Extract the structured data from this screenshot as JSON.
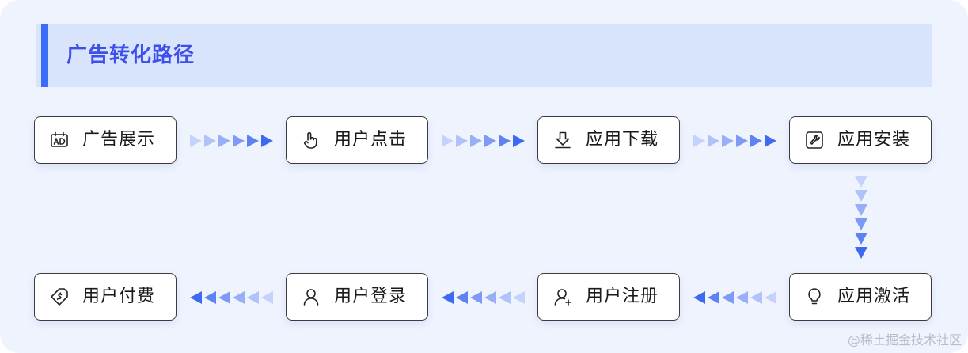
{
  "header": {
    "title": "广告转化路径"
  },
  "nodes": [
    {
      "label": "广告展示",
      "icon": "ad-icon"
    },
    {
      "label": "用户点击",
      "icon": "pointer-hand-icon"
    },
    {
      "label": "应用下载",
      "icon": "download-icon"
    },
    {
      "label": "应用安装",
      "icon": "wrench-icon"
    },
    {
      "label": "应用激活",
      "icon": "lightbulb-icon"
    },
    {
      "label": "用户注册",
      "icon": "user-add-icon"
    },
    {
      "label": "用户登录",
      "icon": "user-icon"
    },
    {
      "label": "用户付费",
      "icon": "money-tag-icon"
    }
  ],
  "watermark": "@稀土掘金技术社区",
  "colors": {
    "accent": "#3b6cf6",
    "title": "#3f50e8",
    "header_bg": "#d8e3fc",
    "canvas_bg": "#eff3fe",
    "arrow_light": "#c5d2fb",
    "arrow_dark": "#3e6af0"
  }
}
